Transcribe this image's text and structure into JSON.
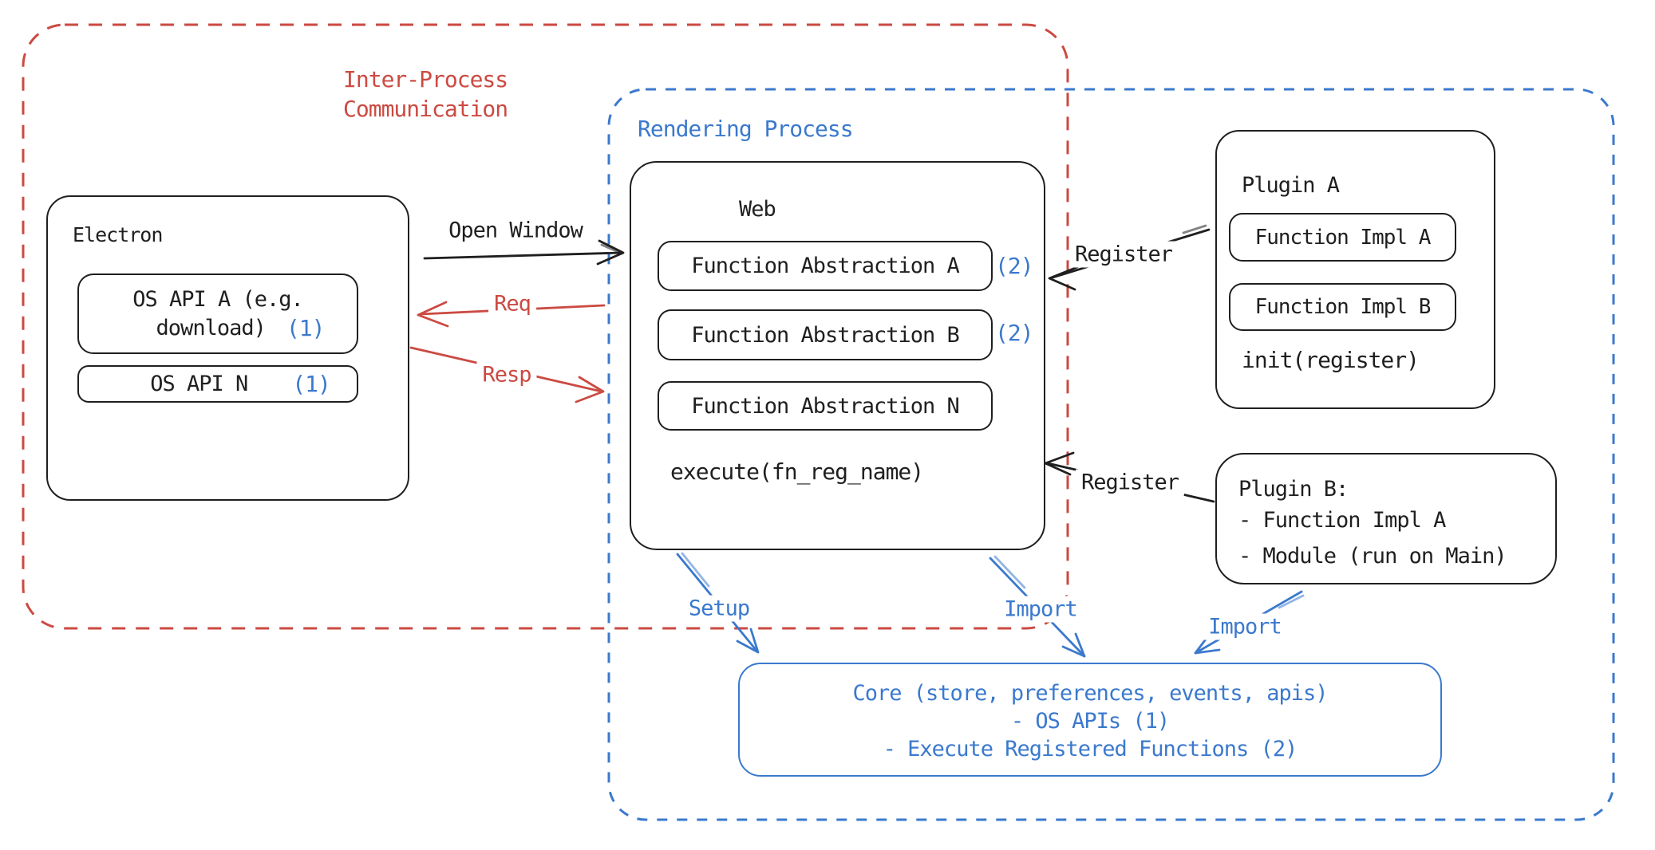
{
  "colors": {
    "red_accent": "#cb4a42",
    "blue_accent": "#3b79cd",
    "ink": "#1f1f1f",
    "background": "#ffffff"
  },
  "groups": {
    "ipc": {
      "label": "Inter-Process\nCommunication"
    },
    "rendering": {
      "label": "Rendering Process"
    }
  },
  "electron": {
    "title": "Electron",
    "api_a": {
      "line1": "OS API A (e.g.",
      "line2": "download)",
      "badge": "(1)"
    },
    "api_n": {
      "label": "OS API N",
      "badge": "(1)"
    }
  },
  "web": {
    "title": "Web",
    "fn_a": {
      "label": "Function Abstraction A",
      "badge": "(2)"
    },
    "fn_b": {
      "label": "Function Abstraction B",
      "badge": "(2)"
    },
    "fn_n": {
      "label": "Function Abstraction N"
    },
    "execute": "execute(fn_reg_name)"
  },
  "plugin_a": {
    "title": "Plugin A",
    "impl_a": "Function Impl A",
    "impl_b": "Function Impl B",
    "init": "init(register)"
  },
  "plugin_b": {
    "title": "Plugin B:",
    "item1": "- Function Impl A",
    "item2": "- Module (run on Main)"
  },
  "core": {
    "line1": "Core (store, preferences, events, apis)",
    "line2": "- OS APIs (1)",
    "line3": "- Execute Registered Functions (2)"
  },
  "arrows": {
    "open_window": "Open Window",
    "req": "Req",
    "resp": "Resp",
    "register_top": "Register",
    "register_bottom": "Register",
    "setup": "Setup",
    "import_web": "Import",
    "import_plugin_b": "Import"
  }
}
